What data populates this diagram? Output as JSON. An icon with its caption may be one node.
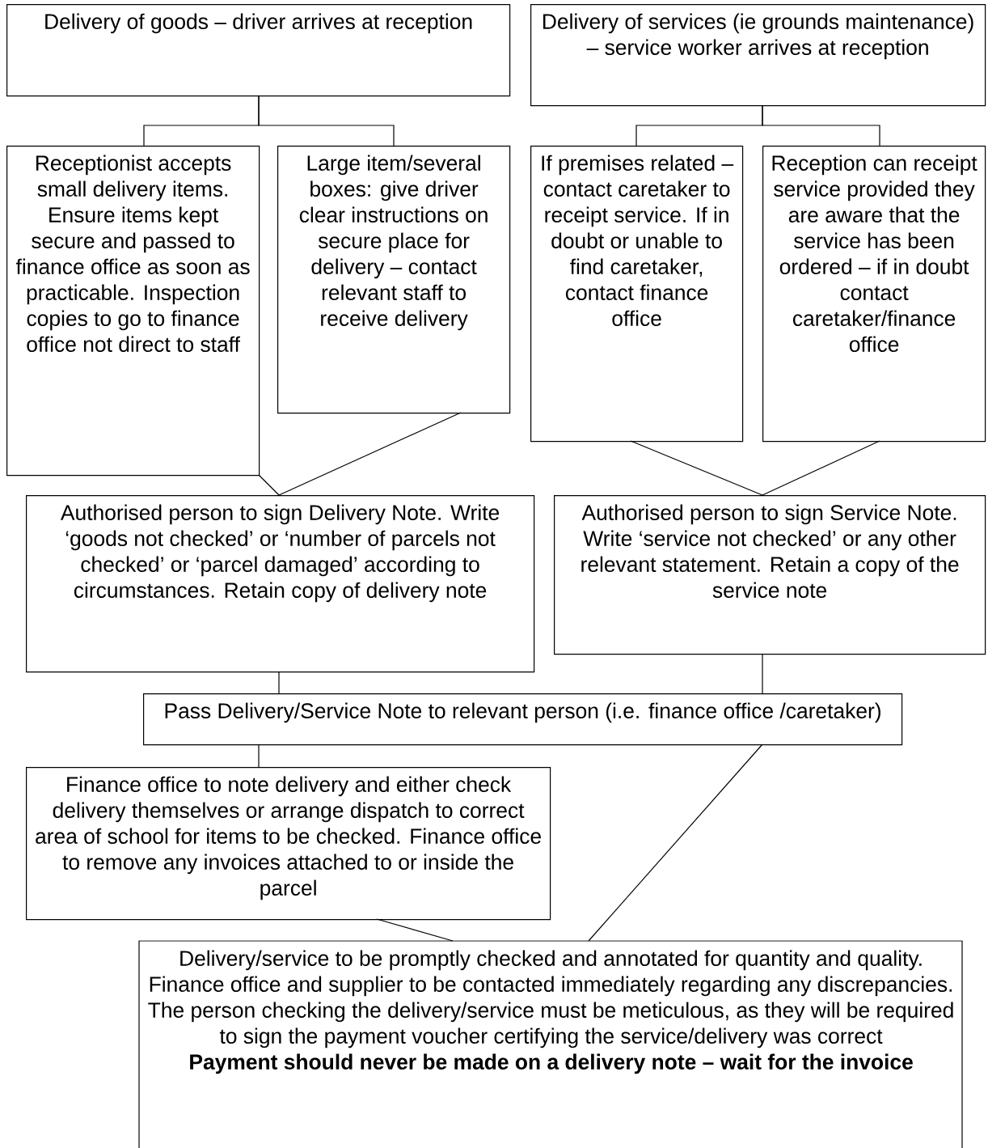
{
  "diagram": {
    "nodes": [
      {
        "text": [
          "Delivery of goods – driver arrives at reception"
        ]
      },
      {
        "text": [
          "Delivery of services (ie grounds maintenance) – service worker arrives at reception"
        ]
      },
      {
        "text": [
          "Receptionist accepts small delivery items. Ensure items kept secure and passed to finance office as soon as practicable. Inspection copies to go to finance office not direct to staff"
        ]
      },
      {
        "text": [
          "Large item/several boxes: give driver clear instructions on secure place for delivery – contact relevant staff to receive delivery"
        ]
      },
      {
        "text": [
          "If premises related – contact caretaker to receipt service. If in doubt or unable to find caretaker, contact finance office"
        ]
      },
      {
        "text": [
          "Reception can receipt service provided they are aware that the service has been ordered – if in doubt contact caretaker/finance office"
        ]
      },
      {
        "text": [
          "Authorised person to sign Delivery Note. Write ‘goods not checked’ or ‘number of parcels not checked’ or ‘parcel damaged’ according to circumstances. Retain copy of delivery note"
        ]
      },
      {
        "text": [
          "Authorised person to sign Service Note. Write ‘service not checked’ or any other relevant statement. Retain a copy of the service note"
        ]
      },
      {
        "text": [
          "Pass Delivery/Service Note to relevant person (i.e. finance office /caretaker)"
        ]
      },
      {
        "text": [
          "Finance office to note delivery and either check delivery themselves or arrange dispatch to correct area of school for items to be checked. Finance office to remove any invoices attached to or inside the parcel"
        ]
      },
      {
        "text": [
          "Delivery/service to be promptly checked and annotated for quantity and quality. Finance office and supplier to be contacted immediately regarding any discrepancies. The person checking the delivery/service must be meticulous, as they will be required to sign the payment voucher certifying the service/delivery was correct",
          "Payment should never be made on a delivery note – wait for the invoice"
        ]
      }
    ],
    "edges": [
      {
        "from": 0,
        "to": 2,
        "arrow": "none"
      },
      {
        "from": 0,
        "to": 3,
        "arrow": "none"
      },
      {
        "from": 1,
        "to": 4,
        "arrow": "none"
      },
      {
        "from": 1,
        "to": 5,
        "arrow": "none"
      },
      {
        "from": 2,
        "to": 6,
        "arrow": "none"
      },
      {
        "from": 3,
        "to": 6,
        "arrow": "none"
      },
      {
        "from": 4,
        "to": 7,
        "arrow": "none"
      },
      {
        "from": 5,
        "to": 7,
        "arrow": "none"
      },
      {
        "from": 6,
        "to": 8,
        "arrow": "none"
      },
      {
        "from": 7,
        "to": 8,
        "arrow": "none"
      },
      {
        "from": 8,
        "to": 9,
        "arrow": "none"
      },
      {
        "from": 8,
        "to": 10,
        "arrow": "none"
      },
      {
        "from": 9,
        "to": 10,
        "arrow": "none"
      }
    ]
  }
}
